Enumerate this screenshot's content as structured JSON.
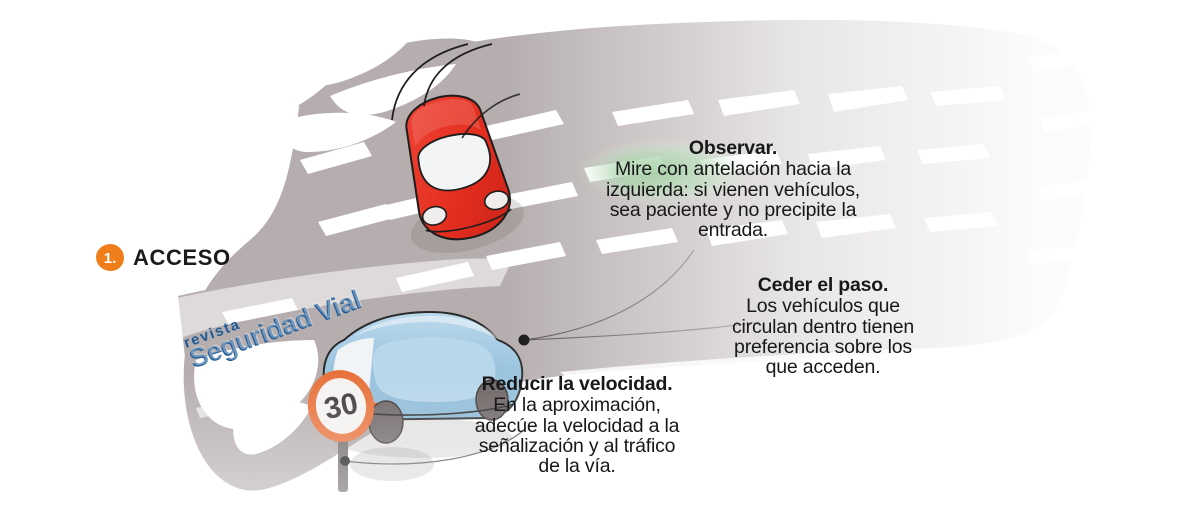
{
  "step": {
    "number": "1.",
    "label": "ACCESO",
    "badge_color": "#ef7d1a"
  },
  "callouts": [
    {
      "id": "observar",
      "title": "Observar.",
      "body": "Mire con antelación hacia la izquierda: si vienen vehículos, sea paciente y no precipite la entrada.",
      "highlight_color": "#8cc08c"
    },
    {
      "id": "ceder",
      "title": "Ceder el paso.",
      "body": "Los vehículos que circulan dentro tienen preferencia sobre los que acceden."
    },
    {
      "id": "reducir",
      "title": "Reducir la velocidad.",
      "body": "En la aproximación, adecúe la velocidad a la señalización y al tráfico de la vía."
    }
  ],
  "watermark": {
    "line1": "revista",
    "line2": "Seguridad Vial",
    "color": "#1e5a96"
  },
  "road_sign": {
    "speed_limit": "30",
    "ring_color": "#e8703a",
    "face_color": "#f2f0ee"
  },
  "vehicles": [
    {
      "name": "red-car",
      "color": "#e8392b"
    },
    {
      "name": "blue-car",
      "color": "#9dc6e0"
    }
  ],
  "palette": {
    "road": "#b6aeae",
    "road_dark": "#a89f9f",
    "lane_marking": "#ffffff",
    "background": "#ffffff",
    "text": "#18181a",
    "connector": "#555050"
  }
}
